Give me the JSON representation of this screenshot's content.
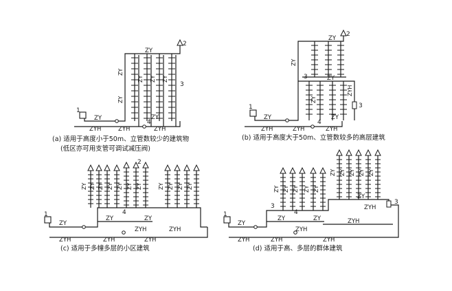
{
  "diagram": {
    "labels": {
      "supply": "ZY",
      "return": "ZYH",
      "n1": "1",
      "n2": "2",
      "n3": "3",
      "n4": "4"
    },
    "captions": {
      "a_line1": "(a) 适用于高度小于50m、立管数较少的建筑物",
      "a_line2": "(低区亦可用支管可调试减压阀)",
      "b": "(b) 适用于高度大于50m、立管数较多的高层建筑",
      "c": "(c) 适用于多幢多层的小区建筑",
      "d": "(d) 适用于高、多层的群体建筑"
    },
    "colors": {
      "line": "#1a1a1a",
      "background": "#ffffff"
    }
  }
}
